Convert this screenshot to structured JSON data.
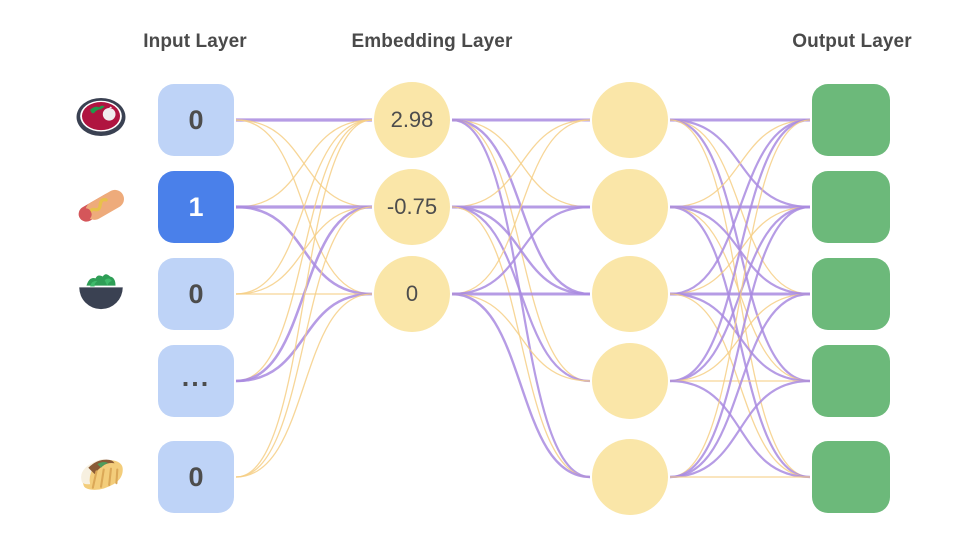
{
  "titles": {
    "input": "Input Layer",
    "embedding": "Embedding Layer",
    "output": "Output Layer"
  },
  "colors": {
    "input_inactive": "#bed3f7",
    "input_active": "#4a80ea",
    "circle_fill": "#fae6a8",
    "output_fill": "#6cb97a",
    "edge_purple": "#a98be0",
    "edge_orange": "#f6cf86",
    "text_dark": "#4d4d4d",
    "title_gray": "#4a4a4a",
    "background": "#ffffff"
  },
  "input_layer": {
    "items": [
      {
        "icon": "stew-bowl-icon",
        "value": "0",
        "active": false
      },
      {
        "icon": "hotdog-icon",
        "value": "1",
        "active": true
      },
      {
        "icon": "salad-bowl-icon",
        "value": "0",
        "active": false
      },
      {
        "icon": "ellipsis-icon",
        "value": "...",
        "active": false
      },
      {
        "icon": "burrito-icon",
        "value": "0",
        "active": false
      }
    ]
  },
  "embedding_layer": {
    "values": [
      "2.98",
      "-0.75",
      "0"
    ]
  },
  "hidden_layer": {
    "count": 5,
    "values": [
      "",
      "",
      "",
      "",
      ""
    ]
  },
  "output_layer": {
    "count": 5,
    "values": [
      "",
      "",
      "",
      "",
      ""
    ]
  }
}
